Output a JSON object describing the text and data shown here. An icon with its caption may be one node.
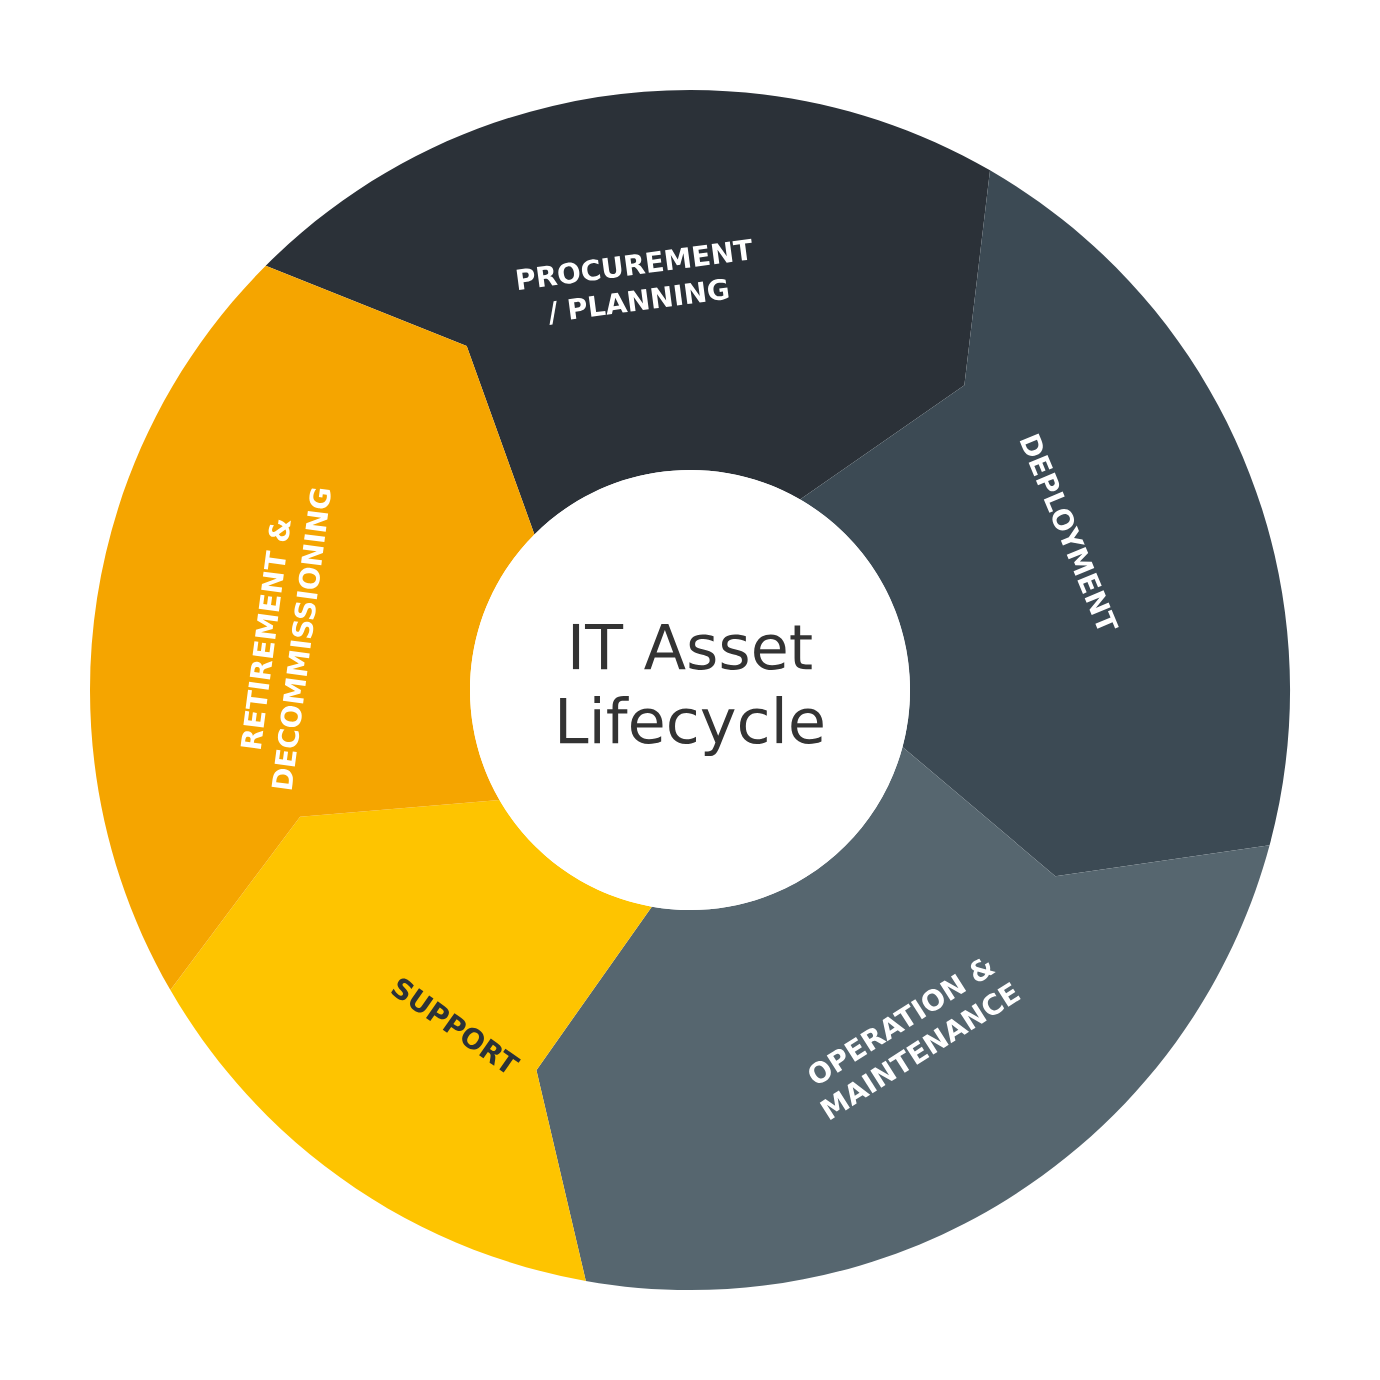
{
  "diagram": {
    "nodes": [
      {
        "text": [
          "PROCUREMENT / PLANNING"
        ]
      },
      {
        "text": [
          "DEPLOYMENT"
        ]
      },
      {
        "text": [
          "OPERATION & MAINTENANCE"
        ]
      },
      {
        "text": [
          "SUPPORT"
        ]
      },
      {
        "text": [
          "RETIREMENT & DECOMMISSIONING"
        ]
      },
      {
        "text": [
          "IT Asset Lifecycle"
        ]
      }
    ]
  }
}
